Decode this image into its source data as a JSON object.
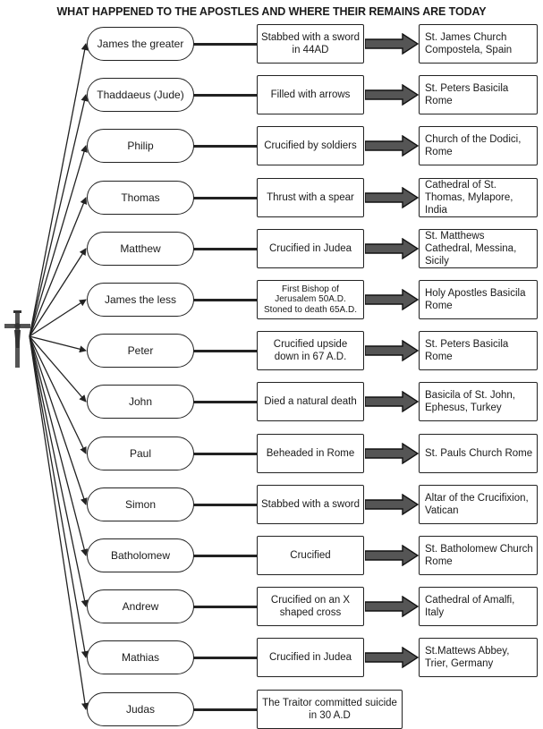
{
  "title": "WHAT HAPPENED TO THE APOSTLES AND WHERE THEIR REMAINS ARE TODAY",
  "rows": [
    {
      "apostle": "James the greater",
      "death": "Stabbed with a sword in 44AD",
      "remains": "St. James Church Compostela, Spain"
    },
    {
      "apostle": "Thaddaeus (Jude)",
      "death": "Filled with arrows",
      "remains": "St. Peters Basicila Rome"
    },
    {
      "apostle": "Philip",
      "death": "Crucified by soldiers",
      "remains": "Church of the Dodici, Rome"
    },
    {
      "apostle": "Thomas",
      "death": "Thrust with a spear",
      "remains": "Cathedral of St. Thomas, Mylapore, India"
    },
    {
      "apostle": "Matthew",
      "death": "Crucified in Judea",
      "remains": "St. Matthews Cathedral, Messina, Sicily"
    },
    {
      "apostle": "James the less",
      "death": "First Bishop of Jerusalem 50A.D. Stoned to death 65A.D.",
      "remains": "Holy Apostles Basicila Rome"
    },
    {
      "apostle": "Peter",
      "death": "Crucified upside down in 67 A.D.",
      "remains": "St. Peters Basicila Rome"
    },
    {
      "apostle": "John",
      "death": "Died a natural death",
      "remains": "Basicila of St. John, Ephesus, Turkey"
    },
    {
      "apostle": "Paul",
      "death": "Beheaded in Rome",
      "remains": "St. Pauls Church Rome"
    },
    {
      "apostle": "Simon",
      "death": "Stabbed with a sword",
      "remains": "Altar of the Crucifixion, Vatican"
    },
    {
      "apostle": "Batholomew",
      "death": "Crucified",
      "remains": "St. Batholomew Church Rome"
    },
    {
      "apostle": "Andrew",
      "death": "Crucified on an X shaped cross",
      "remains": "Cathedral of Amalfi, Italy"
    },
    {
      "apostle": "Mathias",
      "death": "Crucified in Judea",
      "remains": "St.Mattews Abbey, Trier, Germany"
    },
    {
      "apostle": "Judas",
      "death": "The Traitor committed suicide in 30 A.D",
      "remains": ""
    }
  ]
}
